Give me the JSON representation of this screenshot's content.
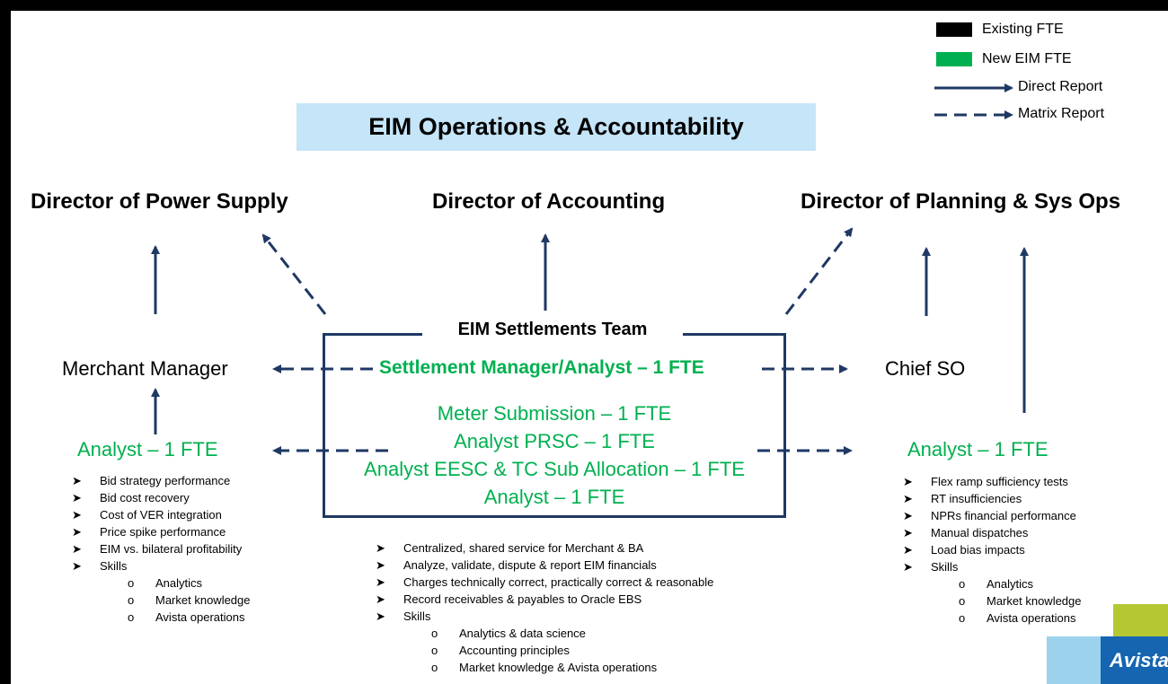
{
  "legend": {
    "existing": {
      "label": "Existing FTE",
      "color": "#000000"
    },
    "new": {
      "label": "New EIM FTE",
      "color": "#00b050"
    },
    "direct": {
      "label": "Direct Report"
    },
    "matrix": {
      "label": "Matrix Report"
    }
  },
  "title": "EIM Operations & Accountability",
  "directors": {
    "power_supply": "Director of Power Supply",
    "accounting": "Director of Accounting",
    "planning": "Director of Planning & Sys Ops"
  },
  "team": {
    "label": "EIM Settlements Team",
    "manager": "Settlement Manager/Analyst – 1 FTE",
    "roles": [
      "Meter Submission – 1 FTE",
      "Analyst PRSC – 1 FTE",
      "Analyst EESC & TC Sub Allocation – 1 FTE",
      "Analyst – 1 FTE"
    ]
  },
  "left": {
    "manager": "Merchant Manager",
    "analyst": "Analyst – 1 FTE",
    "bullets": [
      "Bid strategy performance",
      "Bid cost recovery",
      "Cost of VER integration",
      "Price spike performance",
      "EIM vs. bilateral profitability",
      "Skills"
    ],
    "skills": [
      "Analytics",
      "Market knowledge",
      "Avista operations"
    ]
  },
  "right": {
    "manager": "Chief SO",
    "analyst": "Analyst – 1 FTE",
    "bullets": [
      "Flex ramp sufficiency tests",
      "RT insufficiencies",
      "NPRs financial performance",
      "Manual dispatches",
      "Load bias impacts",
      "Skills"
    ],
    "skills": [
      "Analytics",
      "Market knowledge",
      "Avista operations"
    ]
  },
  "center": {
    "bullets": [
      "Centralized, shared service for Merchant & BA",
      "Analyze, validate, dispute & report EIM financials",
      "Charges technically correct, practically correct & reasonable",
      "Record receivables & payables to Oracle EBS",
      "Skills"
    ],
    "skills": [
      "Analytics & data science",
      "Accounting principles",
      "Market knowledge & Avista operations"
    ]
  },
  "markers": {
    "bullet": "➤",
    "sub": "o"
  },
  "logo": {
    "text": "Avista"
  },
  "colors": {
    "arrow": "#1f3864",
    "green": "#00b050",
    "title_bg": "#c5e5f9"
  }
}
